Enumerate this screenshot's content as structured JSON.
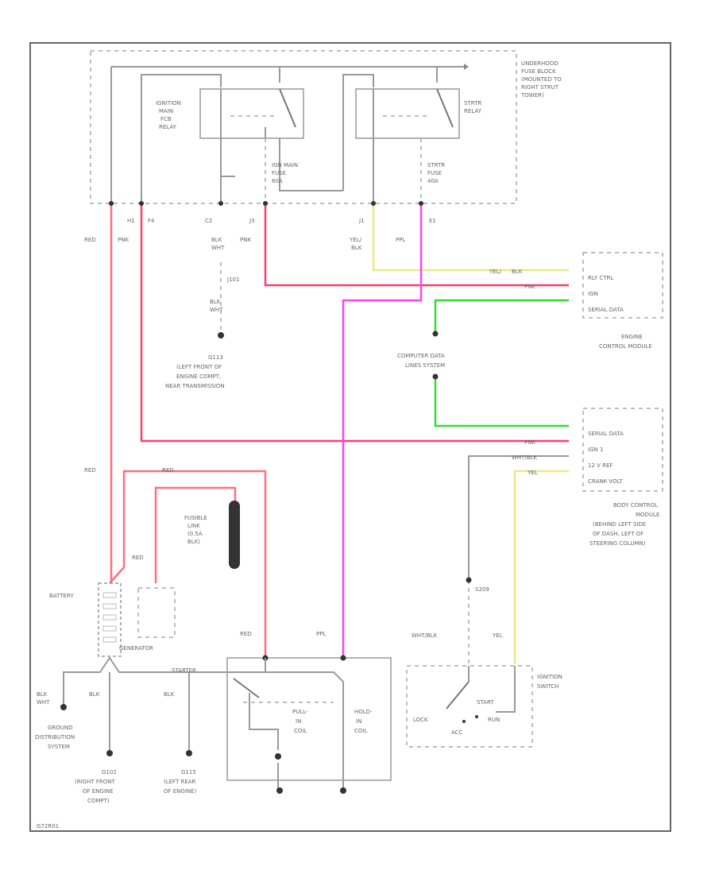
{
  "colors": {
    "red": "#ff6f7d",
    "pink": "#ff3f6a",
    "magenta": "#ff40ff",
    "yellow": "#e9e985",
    "green": "#33dd33",
    "gray": "#9a9a9a",
    "dark": "#333333"
  },
  "fuse_block": {
    "title": [
      "UNDERHOOD",
      "FUSE BLOCK",
      "(MOUNTED TO",
      "RIGHT STRUT",
      "TOWER)"
    ],
    "ignition_relay": [
      "IGNITION",
      "MAIN",
      "FCB",
      "RELAY"
    ],
    "starter_relay": [
      "STRTR",
      "RELAY"
    ],
    "ign_fuse": [
      "IGN MAIN",
      "FUSE",
      "60A"
    ],
    "strtr_fuse": [
      "STRTR",
      "FUSE",
      "40A"
    ]
  },
  "connectors": {
    "h1": "H1",
    "f4": "F4",
    "c2": "C2",
    "j3": "J3",
    "j1": "J1",
    "e1": "E1"
  },
  "wires": {
    "red": "RED",
    "pnk": "PNK",
    "blk_wht": [
      "BLK",
      "WHT"
    ],
    "yel_blk": [
      "YEL/",
      "BLK"
    ],
    "ppl": "PPL",
    "wht_blk": "WHT/BLK",
    "yel": "YEL",
    "blk": "BLK"
  },
  "splice": "J101",
  "grounds": {
    "g113": [
      "G113",
      "(LEFT FRONT OF",
      "ENGINE COMPT,",
      "NEAR TRANSMISSION"
    ],
    "g102": [
      "G102",
      "(RIGHT FRONT",
      "OF ENGINE",
      "COMPT)"
    ],
    "g115": [
      "G115",
      "(LEFT REAR",
      "OF ENGINE)"
    ],
    "ground_dist": [
      "GROUND",
      "DISTRIBUTION",
      "SYSTEM"
    ]
  },
  "ecm": {
    "pins": [
      "RLY CTRL",
      "IGN",
      "SERIAL DATA"
    ],
    "name": [
      "ENGINE",
      "CONTROL MODULE"
    ]
  },
  "cdls": [
    "COMPUTER DATA",
    "LINES SYSTEM"
  ],
  "bcm": {
    "pins": [
      "SERIAL DATA",
      "IGN 1",
      "12 V REF",
      "CRANK VOLT"
    ],
    "name": [
      "BODY CONTROL",
      "MODULE",
      "(BEHIND LEFT SIDE",
      "OF DASH, LEFT OF",
      "STEERING COLUMN)"
    ]
  },
  "fusible_link": [
    "FUSIBLE",
    "LINK",
    "(0.5A",
    "BLK)"
  ],
  "battery": "BATTERY",
  "generator": "GENERATOR",
  "starter": "STARTER",
  "pull_in": [
    "PULL-",
    "IN",
    "COIL"
  ],
  "hold_in": [
    "HOLD-",
    "IN",
    "COIL"
  ],
  "s209": "S209",
  "ignition_switch": {
    "name": [
      "IGNITION",
      "SWITCH"
    ],
    "positions": [
      "LOCK",
      "ACC",
      "START",
      "RUN"
    ]
  },
  "footer_code": "G72R01"
}
